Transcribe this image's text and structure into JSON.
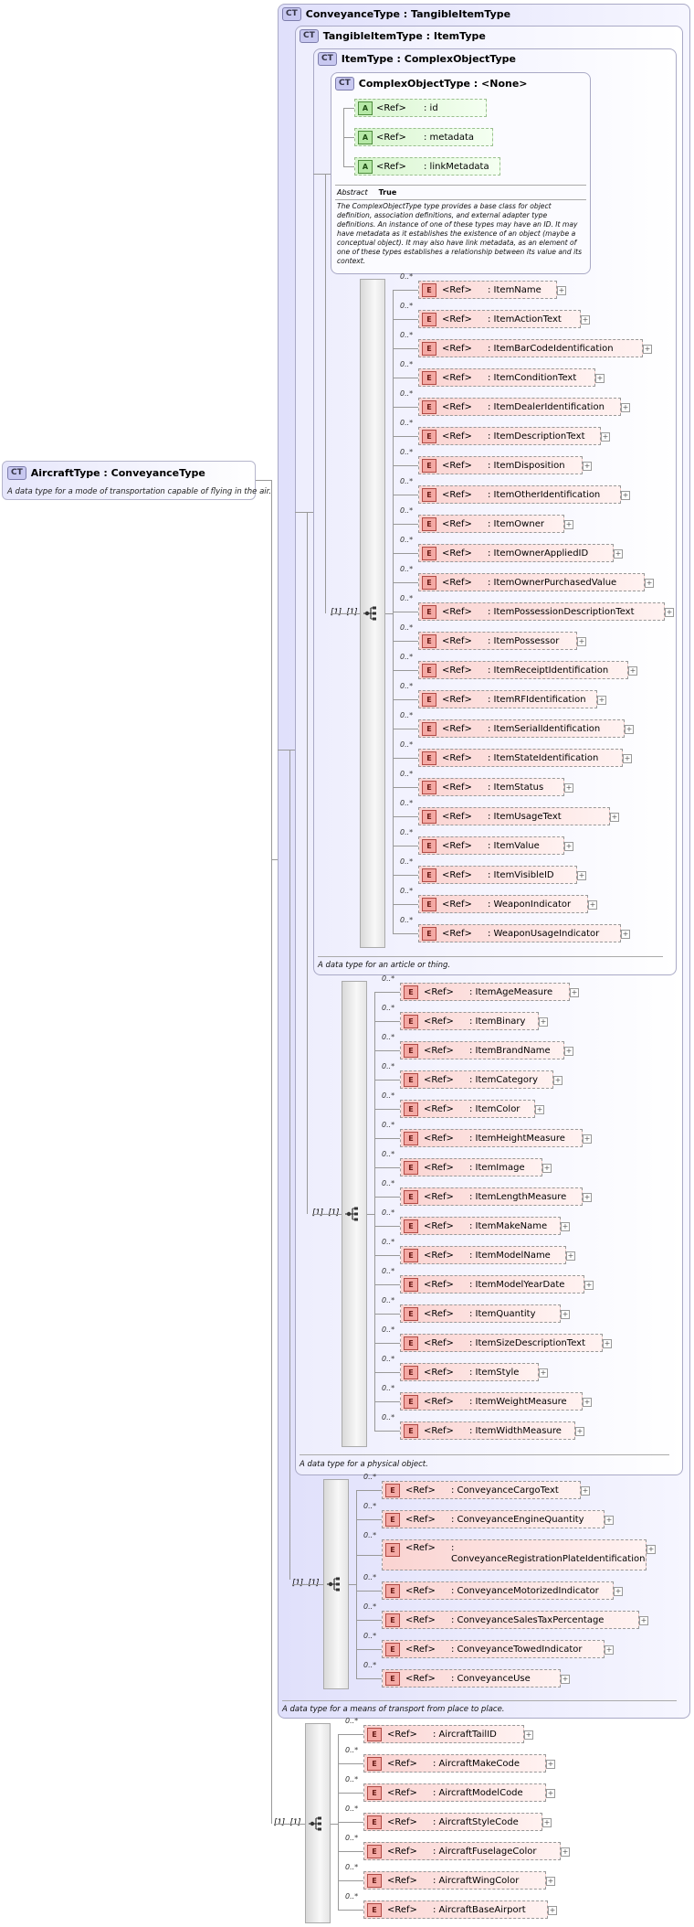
{
  "root": {
    "badge": "CT",
    "name": "AircraftType : ConveyanceType",
    "description": "A data type for a mode of transportation capable of flying in the air."
  },
  "conveyance_type": {
    "title": "ConveyanceType : TangibleItemType",
    "description": "A data type for a means of transport from place to place.",
    "sequence_card": "[1]..[1]",
    "elements": [
      {
        "card": "0..*",
        "ref": "<Ref>",
        "name": ": ConveyanceCargoText"
      },
      {
        "card": "0..*",
        "ref": "<Ref>",
        "name": ": ConveyanceEngineQuantity"
      },
      {
        "card": "0..*",
        "ref": "<Ref>",
        "name": ": ConveyanceRegistrationPlateIdentification"
      },
      {
        "card": "0..*",
        "ref": "<Ref>",
        "name": ": ConveyanceMotorizedIndicator"
      },
      {
        "card": "0..*",
        "ref": "<Ref>",
        "name": ": ConveyanceSalesTaxPercentage"
      },
      {
        "card": "0..*",
        "ref": "<Ref>",
        "name": ": ConveyanceTowedIndicator"
      },
      {
        "card": "0..*",
        "ref": "<Ref>",
        "name": ": ConveyanceUse"
      }
    ]
  },
  "tangible_item_type": {
    "title": "TangibleItemType : ItemType",
    "description": "A data type for a physical object.",
    "sequence_card": "[1]..[1]",
    "elements": [
      {
        "card": "0..*",
        "ref": "<Ref>",
        "name": ": ItemAgeMeasure"
      },
      {
        "card": "0..*",
        "ref": "<Ref>",
        "name": ": ItemBinary"
      },
      {
        "card": "0..*",
        "ref": "<Ref>",
        "name": ": ItemBrandName"
      },
      {
        "card": "0..*",
        "ref": "<Ref>",
        "name": ": ItemCategory"
      },
      {
        "card": "0..*",
        "ref": "<Ref>",
        "name": ": ItemColor"
      },
      {
        "card": "0..*",
        "ref": "<Ref>",
        "name": ": ItemHeightMeasure"
      },
      {
        "card": "0..*",
        "ref": "<Ref>",
        "name": ": ItemImage"
      },
      {
        "card": "0..*",
        "ref": "<Ref>",
        "name": ": ItemLengthMeasure"
      },
      {
        "card": "0..*",
        "ref": "<Ref>",
        "name": ": ItemMakeName"
      },
      {
        "card": "0..*",
        "ref": "<Ref>",
        "name": ": ItemModelName"
      },
      {
        "card": "0..*",
        "ref": "<Ref>",
        "name": ": ItemModelYearDate"
      },
      {
        "card": "0..*",
        "ref": "<Ref>",
        "name": ": ItemQuantity"
      },
      {
        "card": "0..*",
        "ref": "<Ref>",
        "name": ": ItemSizeDescriptionText"
      },
      {
        "card": "0..*",
        "ref": "<Ref>",
        "name": ": ItemStyle"
      },
      {
        "card": "0..*",
        "ref": "<Ref>",
        "name": ": ItemWeightMeasure"
      },
      {
        "card": "0..*",
        "ref": "<Ref>",
        "name": ": ItemWidthMeasure"
      }
    ]
  },
  "item_type": {
    "title": "ItemType : ComplexObjectType",
    "description": "A data type for an article or thing.",
    "sequence_card": "[1]..[1]",
    "elements": [
      {
        "card": "0..*",
        "ref": "<Ref>",
        "name": ": ItemName"
      },
      {
        "card": "0..*",
        "ref": "<Ref>",
        "name": ": ItemActionText"
      },
      {
        "card": "0..*",
        "ref": "<Ref>",
        "name": ": ItemBarCodeIdentification"
      },
      {
        "card": "0..*",
        "ref": "<Ref>",
        "name": ": ItemConditionText"
      },
      {
        "card": "0..*",
        "ref": "<Ref>",
        "name": ": ItemDealerIdentification"
      },
      {
        "card": "0..*",
        "ref": "<Ref>",
        "name": ": ItemDescriptionText"
      },
      {
        "card": "0..*",
        "ref": "<Ref>",
        "name": ": ItemDisposition"
      },
      {
        "card": "0..*",
        "ref": "<Ref>",
        "name": ": ItemOtherIdentification"
      },
      {
        "card": "0..*",
        "ref": "<Ref>",
        "name": ": ItemOwner"
      },
      {
        "card": "0..*",
        "ref": "<Ref>",
        "name": ": ItemOwnerAppliedID"
      },
      {
        "card": "0..*",
        "ref": "<Ref>",
        "name": ": ItemOwnerPurchasedValue"
      },
      {
        "card": "0..*",
        "ref": "<Ref>",
        "name": ": ItemPossessionDescriptionText"
      },
      {
        "card": "0..*",
        "ref": "<Ref>",
        "name": ": ItemPossessor"
      },
      {
        "card": "0..*",
        "ref": "<Ref>",
        "name": ": ItemReceiptIdentification"
      },
      {
        "card": "0..*",
        "ref": "<Ref>",
        "name": ": ItemRFIdentification"
      },
      {
        "card": "0..*",
        "ref": "<Ref>",
        "name": ": ItemSerialIdentification"
      },
      {
        "card": "0..*",
        "ref": "<Ref>",
        "name": ": ItemStateIdentification"
      },
      {
        "card": "0..*",
        "ref": "<Ref>",
        "name": ": ItemStatus"
      },
      {
        "card": "0..*",
        "ref": "<Ref>",
        "name": ": ItemUsageText"
      },
      {
        "card": "0..*",
        "ref": "<Ref>",
        "name": ": ItemValue"
      },
      {
        "card": "0..*",
        "ref": "<Ref>",
        "name": ": ItemVisibleID"
      },
      {
        "card": "0..*",
        "ref": "<Ref>",
        "name": ": WeaponIndicator"
      },
      {
        "card": "0..*",
        "ref": "<Ref>",
        "name": ": WeaponUsageIndicator"
      }
    ]
  },
  "complex_object_type": {
    "title": "ComplexObjectType : <None>",
    "attributes": [
      {
        "badge": "A",
        "ref": "<Ref>",
        "name": ": id"
      },
      {
        "badge": "A",
        "ref": "<Ref>",
        "name": ": metadata"
      },
      {
        "badge": "A",
        "ref": "<Ref>",
        "name": ": linkMetadata"
      }
    ],
    "abstract_label": "Abstract",
    "abstract_value": "True",
    "description": "The ComplexObjectType type provides a base class for object definition, association definitions, and external adapter type definitions. An instance of one of these types may have an ID. It may have metadata as it establishes the existence of an object (maybe a conceptual object). It may also have link metadata, as an element of one of these types establishes a relationship between its value and its context."
  },
  "aircraft_sequence": {
    "sequence_card": "[1]..[1]",
    "elements": [
      {
        "card": "0..*",
        "ref": "<Ref>",
        "name": ": AircraftTailID"
      },
      {
        "card": "0..*",
        "ref": "<Ref>",
        "name": ": AircraftMakeCode"
      },
      {
        "card": "0..*",
        "ref": "<Ref>",
        "name": ": AircraftModelCode"
      },
      {
        "card": "0..*",
        "ref": "<Ref>",
        "name": ": AircraftStyleCode"
      },
      {
        "card": "0..*",
        "ref": "<Ref>",
        "name": ": AircraftFuselageColor"
      },
      {
        "card": "0..*",
        "ref": "<Ref>",
        "name": ": AircraftWingColor"
      },
      {
        "card": "0..*",
        "ref": "<Ref>",
        "name": ": AircraftBaseAirport"
      }
    ]
  },
  "badges": {
    "complex_type": "CT",
    "element": "E",
    "attribute": "A"
  },
  "colors": {
    "element_fill": "#fad3d1",
    "attribute_fill": "#d8f5cf",
    "complex_type_fill": "#e0e0fb"
  }
}
